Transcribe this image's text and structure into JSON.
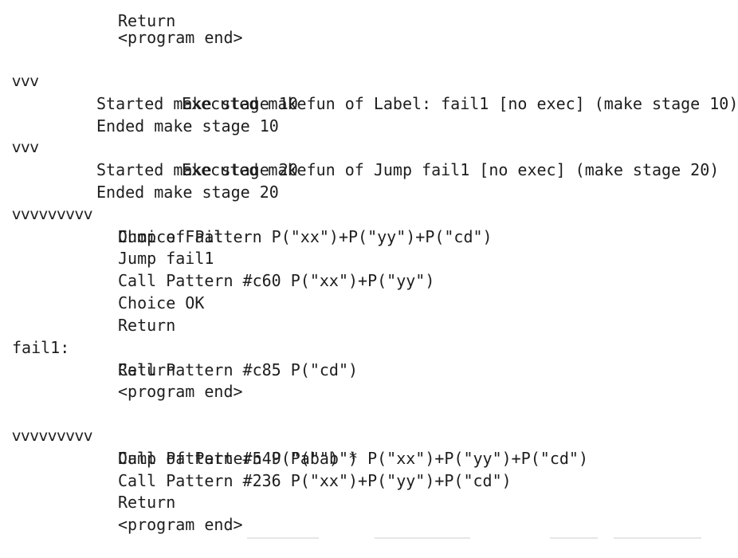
{
  "log": {
    "top_partial": "Return",
    "lines": [
      {
        "marker": "",
        "text": "<program end>"
      },
      {
        "marker": "",
        "text": ""
      },
      {
        "marker": "vvv",
        "text": "Started make stage 10"
      },
      {
        "marker": "",
        "text": "Executed makefun of Label: fail1 [no exec] (make stage 10)"
      },
      {
        "marker": "",
        "text": "Ended make stage 10"
      },
      {
        "marker": "vvv",
        "text": "Started make stage 20"
      },
      {
        "marker": "",
        "text": "Executed makefun of Jump fail1 [no exec] (make stage 20)"
      },
      {
        "marker": "",
        "text": "Ended make stage 20"
      },
      {
        "marker": "vvvvvvvvv",
        "text": "Dump of Pattern P(\"xx\")+P(\"yy\")+P(\"cd\")"
      },
      {
        "marker": "",
        "text": "Choice Fail"
      },
      {
        "marker": "",
        "text": "Jump fail1"
      },
      {
        "marker": "",
        "text": "Call Pattern #c60 P(\"xx\")+P(\"yy\")"
      },
      {
        "marker": "",
        "text": "Choice OK"
      },
      {
        "marker": "",
        "text": "Return"
      },
      {
        "marker": "fail1:",
        "text": "Call Pattern #c85 P(\"cd\")"
      },
      {
        "marker": "",
        "text": "Return"
      },
      {
        "marker": "",
        "text": "<program end>"
      },
      {
        "marker": "",
        "text": ""
      },
      {
        "marker": "vvvvvvvvv",
        "text": "Dump of Pattern P(\"ab\") * P(\"xx\")+P(\"yy\")+P(\"cd\")"
      },
      {
        "marker": "",
        "text": "Call Pattern #549 P(\"ab\")"
      },
      {
        "marker": "",
        "text": "Call Pattern #236 P(\"xx\")+P(\"yy\")+P(\"cd\")"
      },
      {
        "marker": "",
        "text": "Return"
      },
      {
        "marker": "",
        "text": "<program end>"
      }
    ]
  }
}
